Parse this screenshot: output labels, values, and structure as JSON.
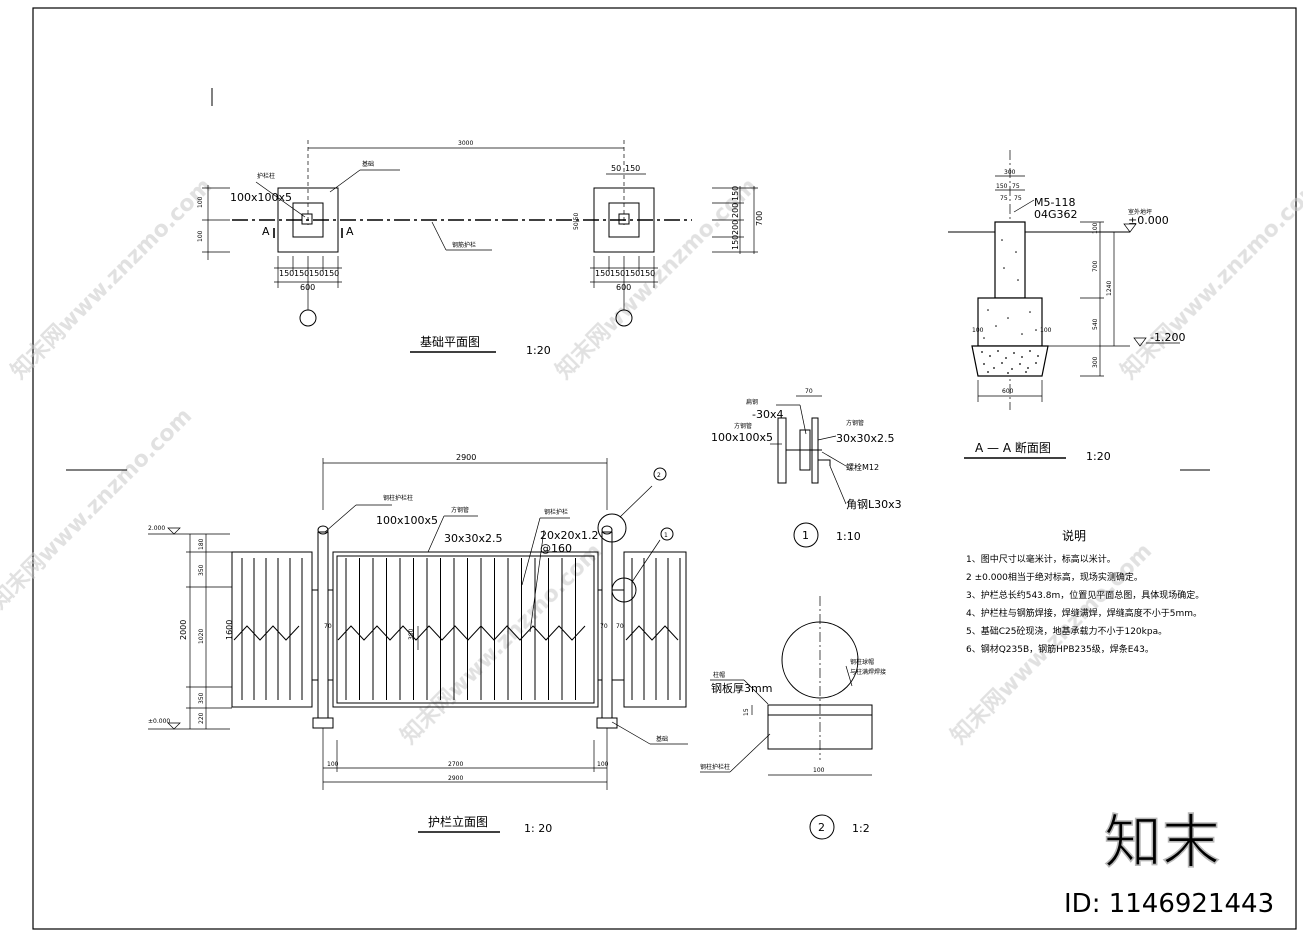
{
  "plan": {
    "title": "基础平面图",
    "scale": "1:20",
    "span": "3000",
    "post_label": "护栏柱",
    "post_size": "100x100x5",
    "foundation_label": "基础",
    "rail_label": "钢筋护栏",
    "section_mark": "A",
    "dim_150": "150",
    "dim_600": "600",
    "dim_50": "50",
    "dim_700": "700",
    "dim_200": "200",
    "dim_5050": "50|50",
    "side_dims": [
      "150",
      "200",
      "200",
      "150"
    ],
    "left_dims": [
      "100",
      "100"
    ]
  },
  "section": {
    "title": "A — A 断面图",
    "scale": "1:20",
    "top_dim": "300",
    "top_dims": [
      "150",
      "75",
      "75"
    ],
    "anchor_label": "M5-118",
    "anchor_ref": "04G362",
    "ground_label": "室外地坪",
    "elev_top": "±0.000",
    "elev_bottom": "-1.200",
    "right_dims": [
      "100",
      "700",
      "540",
      "300"
    ],
    "right_total": "1240",
    "side_dims": [
      "100",
      "100"
    ],
    "bottom_dim": "600"
  },
  "elevation": {
    "title": "护栏立面图",
    "scale": "1: 20",
    "span": "2900",
    "elev_top": "2.000",
    "elev_bottom": "±0.000",
    "left_dims": [
      "180",
      "350",
      "1020",
      "350",
      "220"
    ],
    "total_dims": [
      "2000",
      "1600"
    ],
    "post_label": "钢柱护栏柱",
    "post_size": "100x100x5",
    "rail_label": "方钢管",
    "rail_size": "30x30x2.5",
    "bar_label": "钢栏护栏",
    "bar_size": "20x20x1.2",
    "bar_spacing": "@160",
    "gap_dims": [
      "70",
      "70"
    ],
    "mid_dim": "380",
    "foundation_label": "基础",
    "bottom_dims": [
      "100",
      "2700",
      "100"
    ],
    "bottom_total": "2900",
    "detail_marks": [
      "2",
      "1"
    ]
  },
  "detail1": {
    "number": "1",
    "scale": "1:10",
    "top_dim": "70",
    "flat_label": "扁钢",
    "flat_size": "-30x4",
    "post_label": "方钢管",
    "post_size": "100x100x5",
    "rail_label": "方钢管",
    "rail_size": "30x30x2.5",
    "bolt_label": "螺栓M12",
    "angle_label": "角钢L30x3"
  },
  "detail2": {
    "number": "2",
    "scale": "1:2",
    "cap_label": "柱帽",
    "cap_size": "钢板厚3mm",
    "ball_label": "钢柱球帽",
    "ball_note": "与柱满焊焊接",
    "dim_side": "15",
    "dim_bottom": "100",
    "post_label": "钢柱护栏柱"
  },
  "notes": {
    "heading": "说明",
    "items": [
      "1、图中尺寸以毫米计，标高以米计。",
      "2  ±0.000相当于绝对标高，现场实测确定。",
      "3、护栏总长约543.8m，位置见平面总图，具体现场确定。",
      "4、护栏柱与钢筋焊接，焊缝满焊，焊缝高度不小于5mm。",
      "5、基础C25砼现浇，地基承载力不小于120kpa。",
      "6、钢材Q235B，钢筋HPB235级，焊条E43。"
    ]
  },
  "watermark": {
    "brand": "知末",
    "id_text": "ID: 1146921443",
    "site": "知末网www.znzmo.com"
  }
}
